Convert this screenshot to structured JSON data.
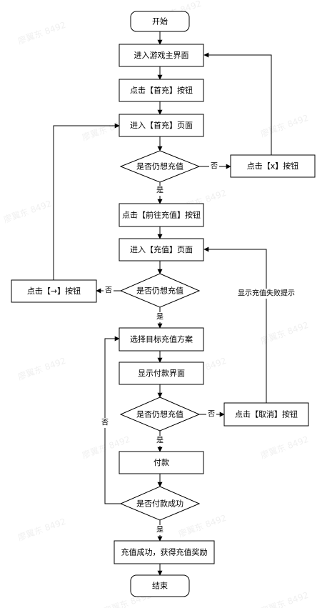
{
  "nodes": {
    "start": "开始",
    "enter_main": "进入游戏主界面",
    "click_first_recharge": "点击【首充】按钮",
    "enter_first_recharge_page": "进入【首充】页面",
    "decision_1": "是否仍想充值",
    "click_close_x": "点击【x】按钮",
    "click_go_recharge": "点击【前往充值】按钮",
    "enter_recharge_page": "进入【充值】页面",
    "decision_2": "是否仍想充值",
    "click_back_arrow": "点击【→】按钮",
    "choose_plan": "选择目标充值方案",
    "show_payment": "显示付款界面",
    "decision_3": "是否仍想充值",
    "click_cancel": "点击【取消】按钮",
    "pay": "付款",
    "decision_pay_success": "是否付款成功",
    "success": "充值成功，获得充值奖励",
    "end": "结束"
  },
  "edge_labels": {
    "yes": "是",
    "no": "否",
    "show_fail_hint": "显示充值失败提示"
  },
  "watermark": "廖翼东 8492"
}
